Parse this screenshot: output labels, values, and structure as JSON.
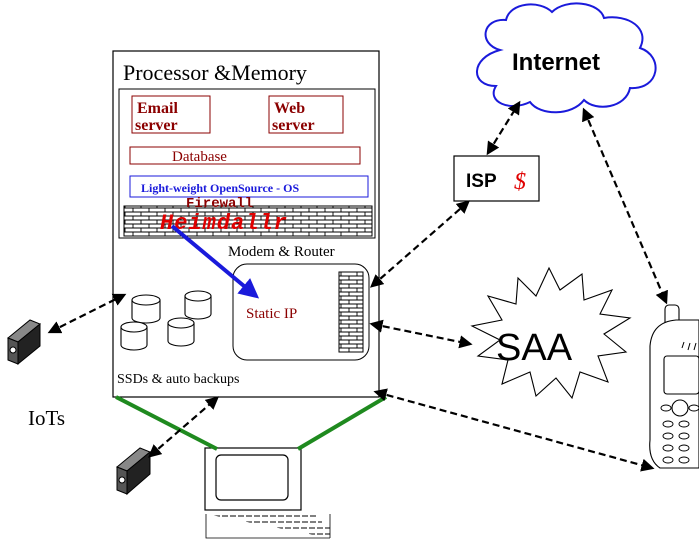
{
  "diagram": {
    "server": {
      "title": "Processor  &Memory",
      "email_server": [
        "Email",
        "server"
      ],
      "web_server": [
        "Web",
        "server"
      ],
      "database": "Database",
      "os": "Light-weight OpenSource - OS",
      "firewall_label": "Firewall",
      "firewall_name": "Heimdallr",
      "modem_router": "Modem & Router",
      "static_ip": "Static IP",
      "storage": "SSDs & auto backups"
    },
    "internet": "Internet",
    "isp": {
      "label": "ISP",
      "symbol": "$"
    },
    "saa": "SAA",
    "iots": "IoTs",
    "colors": {
      "dark_red": "#8b0000",
      "red": "#e00000",
      "blue_arrow": "#1a1adb",
      "green_cable": "#1f8a1f",
      "cloud_stroke": "#1a1adb"
    }
  }
}
